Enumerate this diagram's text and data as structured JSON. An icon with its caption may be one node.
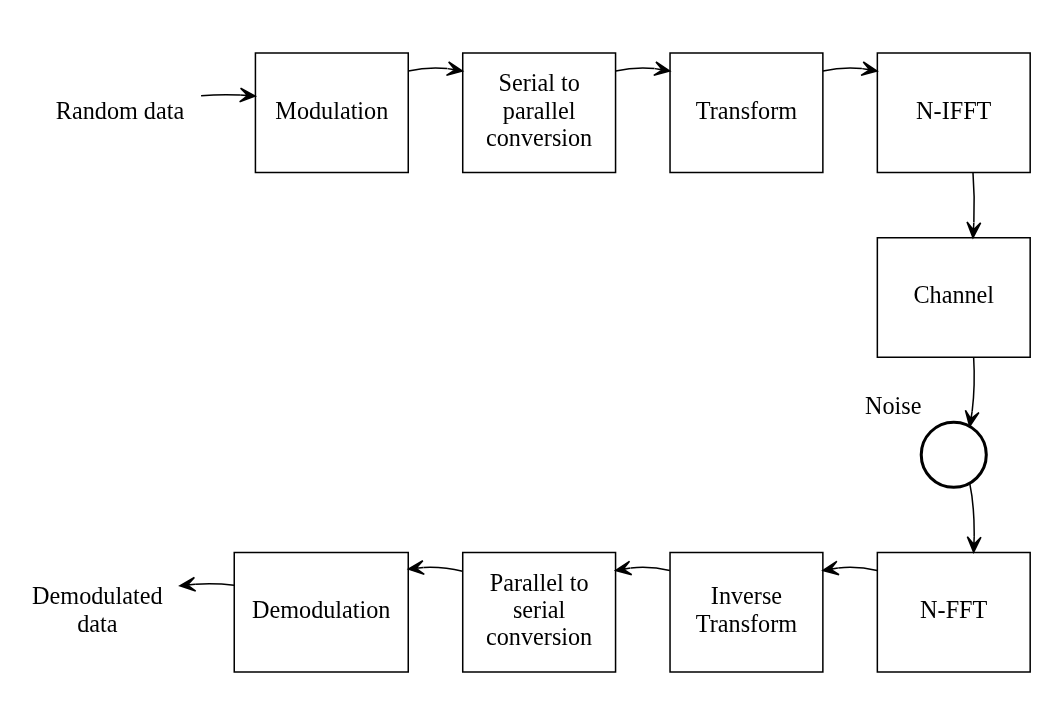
{
  "diagram": {
    "nodes": [
      {
        "text": [
          "Random data"
        ]
      },
      {
        "text": [
          "Modulation"
        ]
      },
      {
        "text": [
          "Serial to parallel conversion"
        ]
      },
      {
        "text": [
          "Transform"
        ]
      },
      {
        "text": [
          "N-IFFT"
        ]
      },
      {
        "text": [
          "Channel"
        ]
      },
      {
        "text": [],
        "shape": "circle",
        "beside": [
          "Noise"
        ]
      },
      {
        "text": [
          "Demodulated data"
        ]
      },
      {
        "text": [
          "Demodulation"
        ]
      },
      {
        "text": [
          "Parallel to serial conversion"
        ]
      },
      {
        "text": [
          "Inverse Transform"
        ]
      },
      {
        "text": [
          "N-FFT"
        ]
      }
    ],
    "edges": [
      {
        "from": 0,
        "to": 1,
        "arrow": "to"
      },
      {
        "from": 1,
        "to": 2,
        "arrow": "to"
      },
      {
        "from": 2,
        "to": 3,
        "arrow": "to"
      },
      {
        "from": 3,
        "to": 4,
        "arrow": "to"
      },
      {
        "from": 4,
        "to": 5,
        "arrow": "to"
      },
      {
        "from": 5,
        "to": 6,
        "arrow": "to"
      },
      {
        "from": 6,
        "to": 11,
        "arrow": "to"
      },
      {
        "from": 11,
        "to": 10,
        "arrow": "to"
      },
      {
        "from": 10,
        "to": 9,
        "arrow": "to"
      },
      {
        "from": 9,
        "to": 8,
        "arrow": "to"
      },
      {
        "from": 8,
        "to": 7,
        "arrow": "to"
      }
    ]
  }
}
